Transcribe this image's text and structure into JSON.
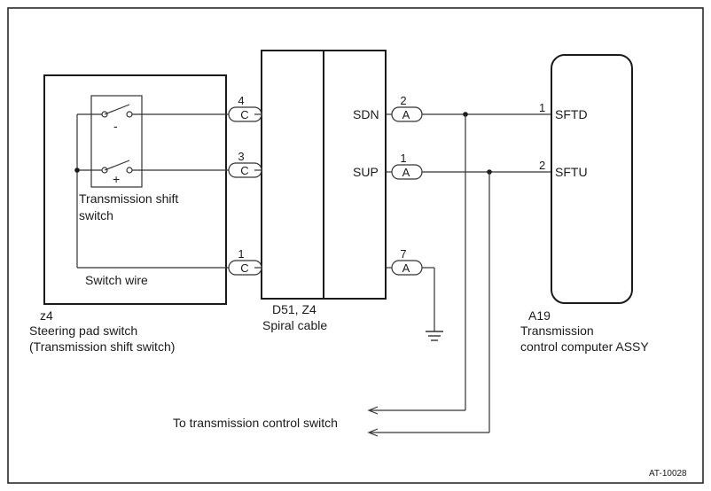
{
  "figure_id": "AT-10028",
  "steering_switch": {
    "code": "z4",
    "name": "Steering pad switch",
    "subname": "(Transmission shift switch)",
    "inner_label_line1": "Transmission shift",
    "inner_label_line2": "switch",
    "wire_label": "Switch wire",
    "minus_sign": "-",
    "plus_sign": "+"
  },
  "spiral_cable": {
    "code": "D51, Z4",
    "name": "Spiral cable",
    "left_pins": [
      {
        "number": "4",
        "connector": "C"
      },
      {
        "number": "3",
        "connector": "C"
      },
      {
        "number": "1",
        "connector": "C"
      }
    ],
    "right_pins": [
      {
        "signal": "SDN",
        "number": "2",
        "connector": "A"
      },
      {
        "signal": "SUP",
        "number": "1",
        "connector": "A"
      },
      {
        "signal": "",
        "number": "7",
        "connector": "A"
      }
    ]
  },
  "tcm": {
    "code": "A19",
    "name_line1": "Transmission",
    "name_line2": "control computer ASSY",
    "pins": [
      {
        "number": "1",
        "signal": "SFTD"
      },
      {
        "number": "2",
        "signal": "SFTU"
      }
    ]
  },
  "destination_label": "To transmission control switch"
}
